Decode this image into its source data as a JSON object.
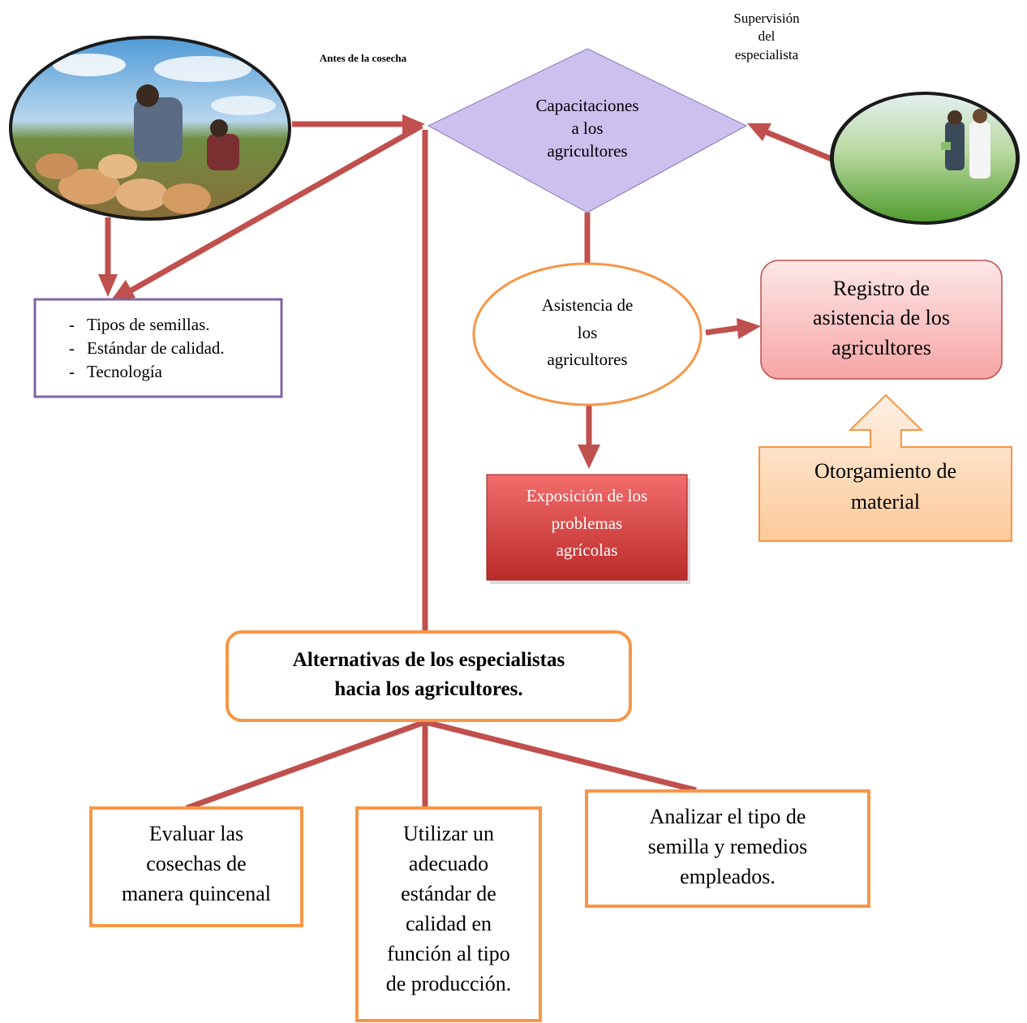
{
  "labels": {
    "antes": "Antes de la cosecha",
    "supervision": [
      "Supervisión",
      "del",
      "especialista"
    ]
  },
  "diamond": {
    "lines": [
      "Capacitaciones",
      "a los",
      "agricultores"
    ]
  },
  "topics_box": {
    "items": [
      "Tipos de semillas.",
      "Estándar de calidad.",
      "Tecnología"
    ]
  },
  "asistencia_ellipse": {
    "lines": [
      "Asistencia de",
      "los",
      "agricultores"
    ]
  },
  "registro_box": {
    "lines": [
      "Registro de",
      "asistencia de los",
      "agricultores"
    ]
  },
  "otorgamiento": {
    "lines": [
      "Otorgamiento de",
      "material"
    ]
  },
  "exposicion_box": {
    "lines": [
      "Exposición de los",
      "problemas",
      "agrícolas"
    ]
  },
  "alternativas_box": {
    "lines": [
      "Alternativas de los especialistas",
      "hacia los agricultores."
    ]
  },
  "evaluar_box": {
    "lines": [
      "Evaluar las",
      "cosechas de",
      "manera quincenal"
    ]
  },
  "utilizar_box": {
    "lines": [
      "Utilizar un",
      "adecuado",
      "estándar de",
      "calidad en",
      "función al tipo",
      "de producción."
    ]
  },
  "analizar_box": {
    "lines": [
      "Analizar el tipo de",
      "semilla y remedios",
      "empleados."
    ]
  },
  "colors": {
    "arrow": "#c0504d",
    "diamond": "#ccc0ee",
    "orange_border": "#f79646",
    "purple_border": "#8064a2"
  }
}
